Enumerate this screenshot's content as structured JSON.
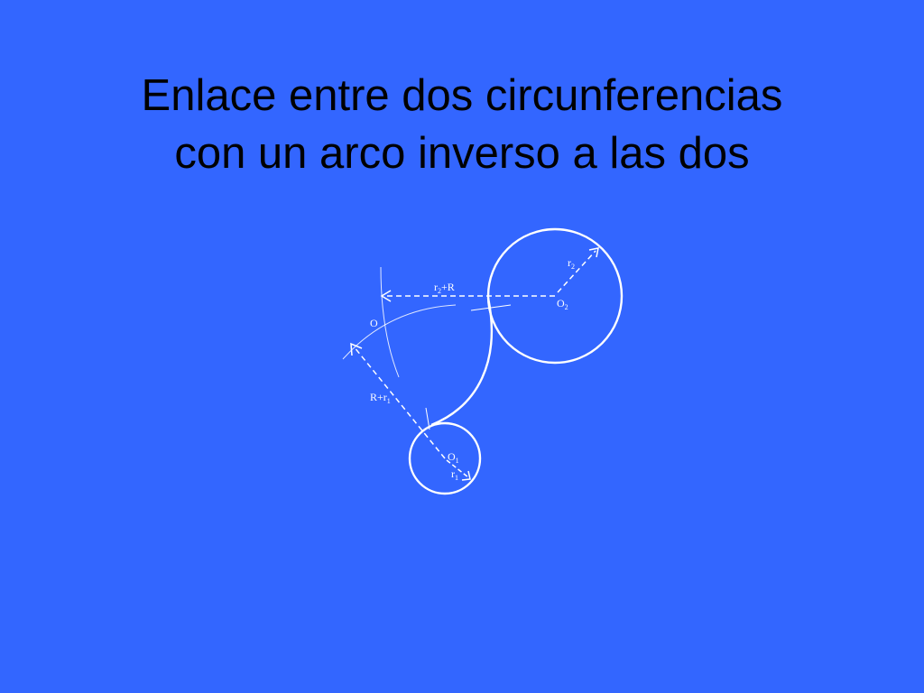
{
  "title": {
    "line1": "Enlace entre dos circunferencias",
    "line2": "con un arco inverso a las dos"
  },
  "diagram": {
    "labels": {
      "r2": {
        "base": "r",
        "sub": "2"
      },
      "r2_plus_R": {
        "base": "r",
        "sub": "2",
        "suffix": "+R"
      },
      "O2": {
        "base": "O",
        "sub": "2"
      },
      "O": "O",
      "R_plus_r1": {
        "prefix": "R+r",
        "sub": "1"
      },
      "O1": {
        "base": "O",
        "sub": "1"
      },
      "r1": {
        "base": "r",
        "sub": "1"
      }
    },
    "colors": {
      "background": "#3366ff",
      "lines": "#ffffff",
      "title": "#000000"
    }
  }
}
